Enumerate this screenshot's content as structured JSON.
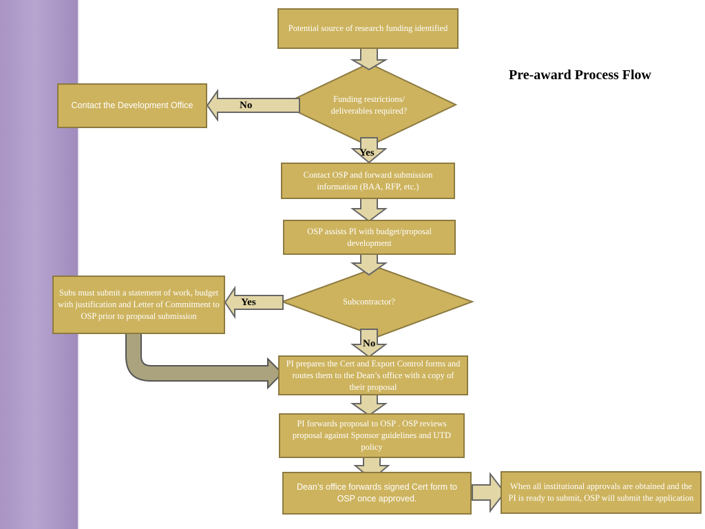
{
  "title": "Pre-award Process Flow",
  "nodes": {
    "n1": "Potential  source of research funding identified",
    "d1": "Funding restrictions/ deliverables required?",
    "dev_office": "Contact the Development Office",
    "n2": "Contact OSP and forward submission information (BAA, RFP, etc.)",
    "n3": "OSP assists PI with budget/proposal development",
    "d2": "Subcontractor?",
    "subs": "Subs must submit a statement of work, budget with justification and Letter of Commitment to OSP prior to proposal submission",
    "n4": "PI prepares the Cert and Export Control forms and routes them to the Dean’s office with a copy of their proposal",
    "n5": "PI  forwards proposal to OSP . OSP reviews proposal against Sponsor guidelines and UTD policy",
    "n6": "Dean’s office forwards signed Cert form to OSP once approved.",
    "n7": "When all institutional approvals are obtained and the PI is ready to submit, OSP will submit the application"
  },
  "labels": {
    "d1_no": "No",
    "d1_yes": "Yes",
    "d2_yes": "Yes",
    "d2_no": "No"
  },
  "colors": {
    "box_fill": "#cdb35e",
    "box_border": "#8c7a40",
    "arrow_fill": "#e2d6a6",
    "arrow_border": "#666666",
    "sidebar": "#b0a0cc"
  }
}
